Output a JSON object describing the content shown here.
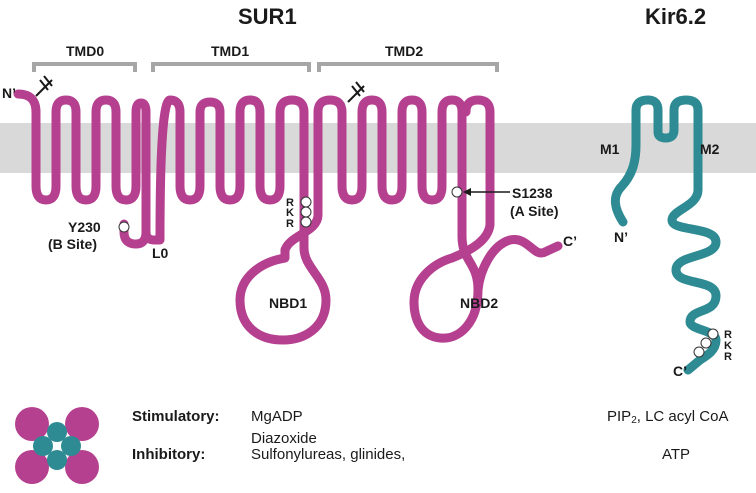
{
  "titles": {
    "sur1": "SUR1",
    "kir": "Kir6.2"
  },
  "domains": {
    "tmd0": "TMD0",
    "tmd1": "TMD1",
    "tmd2": "TMD2"
  },
  "sur1_labels": {
    "n_term": "N’",
    "c_term": "C’",
    "l0": "L0",
    "y230": "Y230",
    "b_site": "(B Site)",
    "s1238": "S1238",
    "a_site": "(A Site)",
    "nbd1": "NBD1",
    "nbd2": "NBD2",
    "rkr": [
      "R",
      "K",
      "R"
    ]
  },
  "kir_labels": {
    "m1": "M1",
    "m2": "M2",
    "n_term": "N’",
    "c_term": "C’",
    "rkr": [
      "R",
      "K",
      "R"
    ]
  },
  "legend": {
    "stimulatory_label": "Stimulatory:",
    "stimulatory_sur1": [
      "MgADP",
      "Diazoxide"
    ],
    "stimulatory_kir_main": "PIP",
    "stimulatory_kir_sub": "2",
    "stimulatory_kir_rest": ",  LC acyl CoA",
    "inhibitory_label": "Inhibitory:",
    "inhibitory_sur1": "Sulfonylureas, glinides,",
    "inhibitory_kir": "ATP"
  },
  "colors": {
    "sur1": "#b5408f",
    "kir6_2": "#2e8b93",
    "membrane": "#d9d9d9",
    "bracket": "#a6a6a6"
  }
}
